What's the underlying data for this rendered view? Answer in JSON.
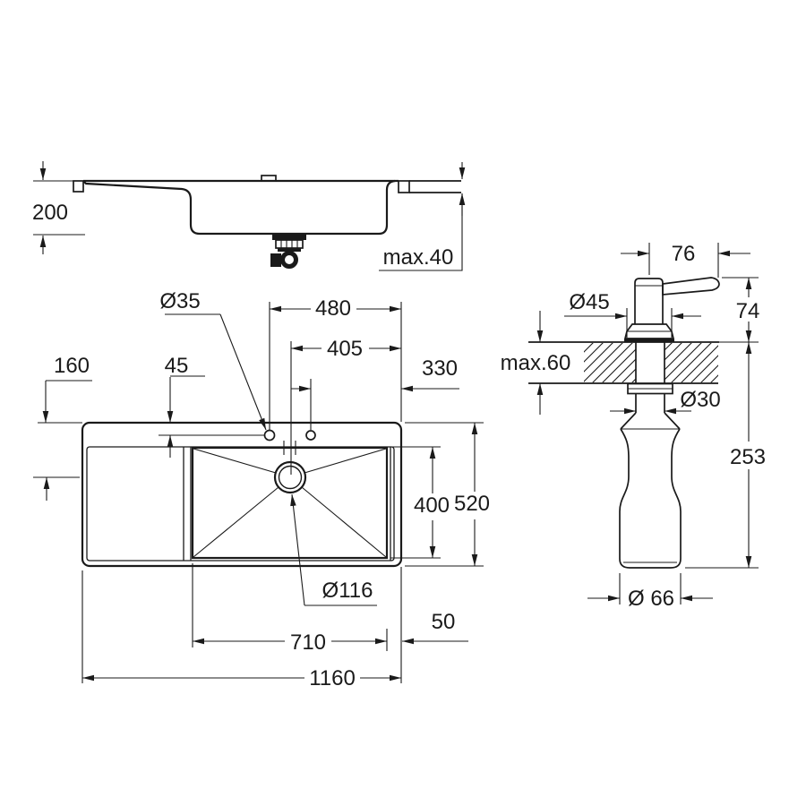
{
  "drawing": {
    "title": "kitchen-sink-installation-dimensions",
    "colors": {
      "background": "#ffffff",
      "ink": "#1a1a1a"
    },
    "views": {
      "side_view": {
        "name": "sink-side-section",
        "labels": {
          "bowl_depth": "200",
          "counter_thickness": "max.40"
        }
      },
      "plan_view": {
        "name": "sink-plan",
        "labels": {
          "faucet_hole_diameter": "Ø35",
          "faucet_hole_to_right_edge": "480",
          "drain_to_right_edge": "405",
          "hole_center_offset": "45",
          "edge_to_drain_center": "160",
          "dispenser_hole_to_right_edge": "330",
          "bowl_front_to_back": "400",
          "overall_front_to_back": "520",
          "drain_diameter": "Ø116",
          "bowl_width": "710",
          "bowl_to_right_edge": "50",
          "overall_width": "1160"
        }
      },
      "dispenser_view": {
        "name": "soap-dispenser-section",
        "labels": {
          "spout_reach": "76",
          "height_above_counter": "74",
          "flange_diameter": "Ø45",
          "max_counter_thickness": "max.60",
          "shank_diameter": "Ø30",
          "height_below_counter": "253",
          "bottle_diameter": "Ø 66"
        }
      }
    }
  }
}
